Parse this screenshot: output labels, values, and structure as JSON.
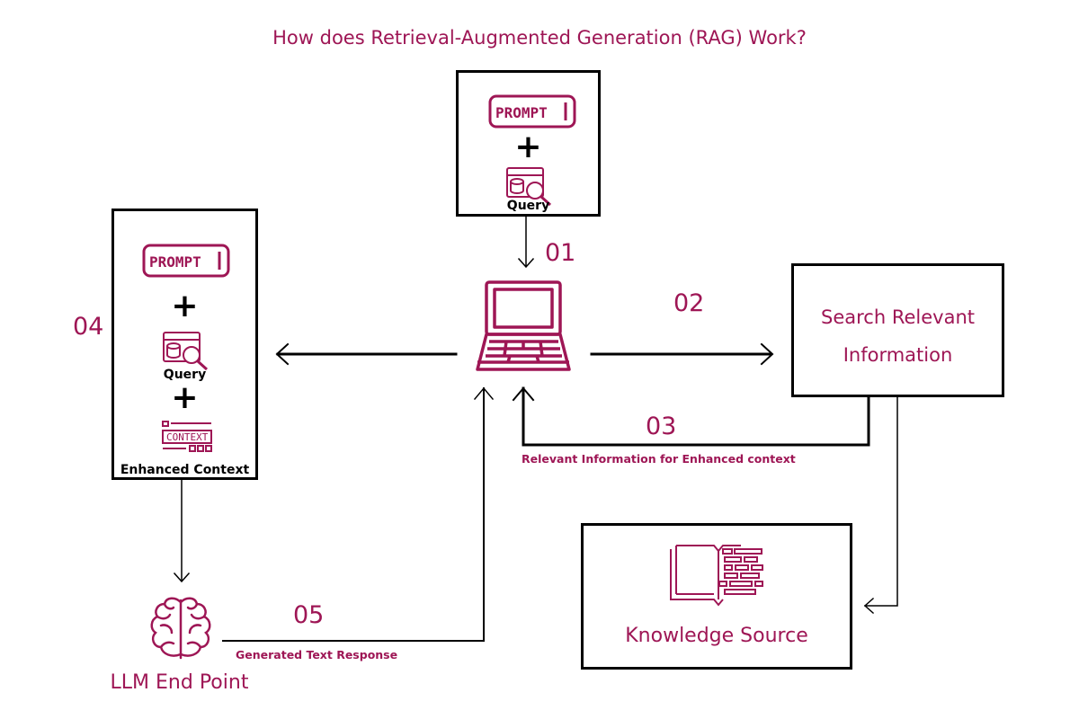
{
  "title": "How does Retrieval-Augmented Generation (RAG) Work?",
  "colors": {
    "accent": "#9e1655",
    "line": "#000000",
    "background": "#ffffff"
  },
  "steps": [
    {
      "number": "01",
      "caption": ""
    },
    {
      "number": "02",
      "caption": ""
    },
    {
      "number": "03",
      "caption": "Relevant Information for Enhanced context"
    },
    {
      "number": "04",
      "caption": ""
    },
    {
      "number": "05",
      "caption": "Generated Text Response"
    }
  ],
  "input_box": {
    "prompt_icon_text": "PROMPT",
    "plus": "+",
    "query_label": "Query"
  },
  "enhanced_box": {
    "prompt_icon_text": "PROMPT",
    "plus": "+",
    "query_label": "Query",
    "context_icon_text": "CONTEXT",
    "label": "Enhanced Context"
  },
  "search_box": {
    "label_line1": "Search Relevant",
    "label_line2": "Information"
  },
  "knowledge_box": {
    "label": "Knowledge Source"
  },
  "llm": {
    "label": "LLM End Point"
  },
  "icons": {
    "laptop": "laptop-icon",
    "brain": "brain-icon",
    "book": "open-book-icon",
    "query": "database-search-icon",
    "prompt": "prompt-badge-icon",
    "context": "context-doc-icon"
  }
}
